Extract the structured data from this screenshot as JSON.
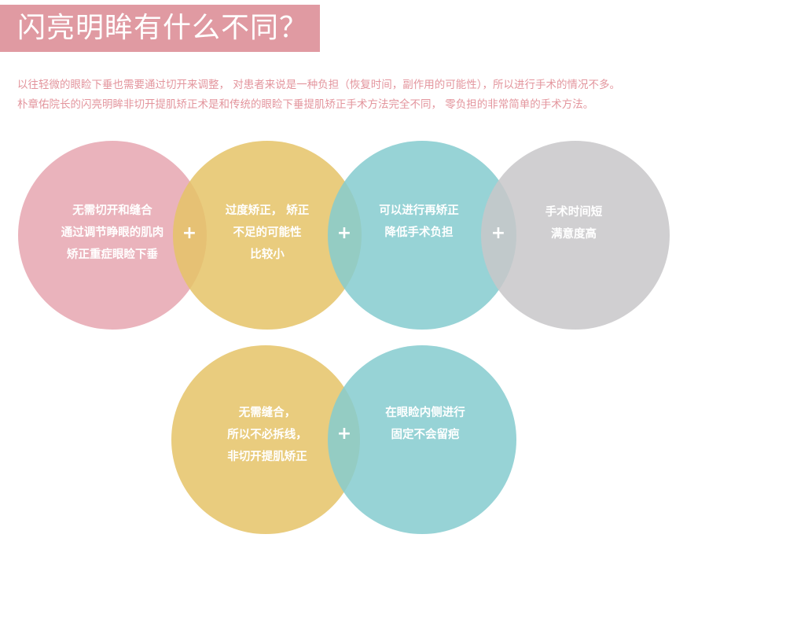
{
  "header": {
    "title": "闪亮明眸有什么不同？",
    "title_bg_color": "#e09aa2"
  },
  "intro": {
    "line1": "以往轻微的眼睑下垂也需要通过切开来调整， 对患者来说是一种负担（恢复时间，副作用的可能性），所以进行手术的情况不多。",
    "line2": "朴章佑院长的闪亮明眸非切开提肌矫正术是和传统的眼睑下垂提肌矫正手术方法完全不同， 零负担的非常简单的手术方法。",
    "text_color": "#e3959d"
  },
  "row1": {
    "circles": [
      {
        "color": "#e6a6b0",
        "text": "无需切开和缝合\n通过调节睁眼的肌肉\n矫正重症眼睑下垂"
      },
      {
        "color": "#e5c367",
        "text": "过度矫正， 矫正\n不足的可能性\n比较小"
      },
      {
        "color": "#85cbcf",
        "text": "可以进行再矫正\n降低手术负担"
      },
      {
        "color": "#c8c7c9",
        "text": "手术时间短\n满意度高"
      }
    ],
    "plus_symbols": [
      "+",
      "+",
      "+"
    ]
  },
  "row2": {
    "circles": [
      {
        "color": "#e5c367",
        "text": "无需缝合，\n所以不必拆线，\n非切开提肌矫正"
      },
      {
        "color": "#85cbcf",
        "text": "在眼睑内侧进行\n固定不会留疤"
      }
    ],
    "plus_symbols": [
      "+"
    ]
  }
}
